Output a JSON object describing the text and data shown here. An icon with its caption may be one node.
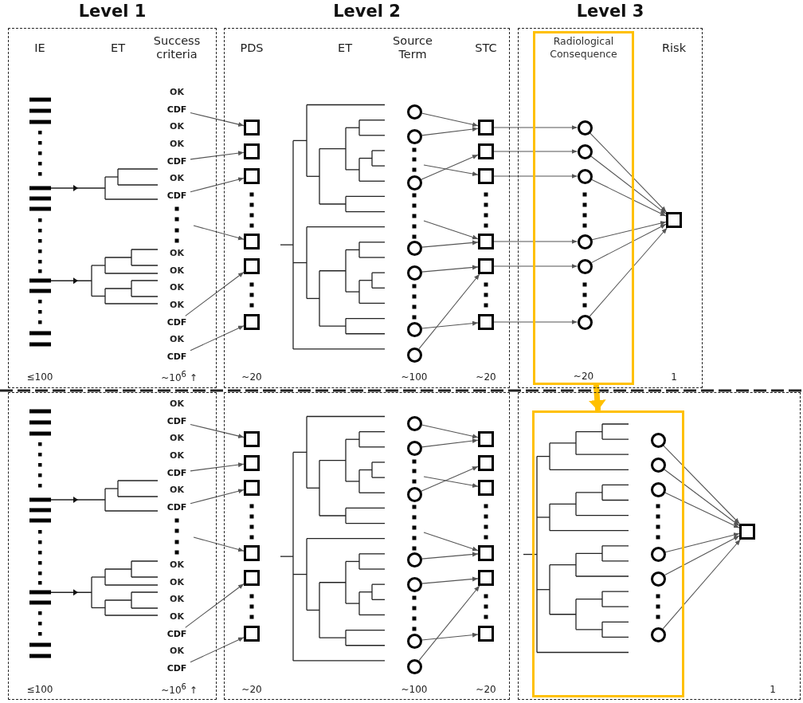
{
  "diagram": {
    "nodes": [
      {
        "text": [
          "Level 1"
        ]
      },
      {
        "text": [
          "CDF"
        ],
        "in": 0
      },
      {
        "text": [
          "CDF"
        ],
        "in": 0
      },
      {
        "text": [
          "CDF"
        ],
        "in": 0
      },
      {
        "text": [
          "CDF"
        ],
        "in": 0
      },
      {
        "text": [
          "CDF"
        ],
        "in": 0
      },
      {
        "text": [
          "Level 2"
        ]
      },
      {
        "text": [],
        "shape": "box",
        "in": 6
      },
      {
        "text": [],
        "shape": "box",
        "in": 6
      },
      {
        "text": [],
        "shape": "box",
        "in": 6
      },
      {
        "text": [],
        "shape": "box",
        "in": 6
      },
      {
        "text": [],
        "shape": "box",
        "in": 6
      },
      {
        "text": [],
        "shape": "box",
        "in": 6
      },
      {
        "text": [],
        "shape": "circle",
        "in": 6
      },
      {
        "text": [],
        "shape": "circle",
        "in": 6
      },
      {
        "text": [],
        "shape": "circle",
        "in": 6
      },
      {
        "text": [],
        "shape": "circle",
        "in": 6
      },
      {
        "text": [],
        "shape": "circle",
        "in": 6
      },
      {
        "text": [],
        "shape": "circle",
        "in": 6
      },
      {
        "text": [],
        "shape": "circle",
        "in": 6
      },
      {
        "text": [],
        "shape": "box",
        "in": 6
      },
      {
        "text": [],
        "shape": "box",
        "in": 6
      },
      {
        "text": [],
        "shape": "box",
        "in": 6
      },
      {
        "text": [],
        "shape": "box",
        "in": 6
      },
      {
        "text": [],
        "shape": "box",
        "in": 6
      },
      {
        "text": [],
        "shape": "box",
        "in": 6
      },
      {
        "text": [
          "Level 3"
        ]
      },
      {
        "text": [
          "Radiological Consequence",
          "~20"
        ],
        "in": 26
      },
      {
        "text": [],
        "shape": "circle",
        "in": 27
      },
      {
        "text": [],
        "shape": "circle",
        "in": 27
      },
      {
        "text": [],
        "shape": "circle",
        "in": 27
      },
      {
        "text": [],
        "shape": "circle",
        "in": 27
      },
      {
        "text": [],
        "shape": "circle",
        "in": 27
      },
      {
        "text": [],
        "shape": "circle",
        "in": 27
      },
      {
        "text": [],
        "shape": "box",
        "in": 26
      },
      {
        "text": [],
        "shape": "box"
      },
      {
        "text": [
          "CDF"
        ],
        "in": 35
      },
      {
        "text": [
          "CDF"
        ],
        "in": 35
      },
      {
        "text": [
          "CDF"
        ],
        "in": 35
      },
      {
        "text": [
          "CDF"
        ],
        "in": 35
      },
      {
        "text": [
          "CDF"
        ],
        "in": 35
      },
      {
        "text": [],
        "shape": "box"
      },
      {
        "text": [],
        "shape": "box",
        "in": 41
      },
      {
        "text": [],
        "shape": "box",
        "in": 41
      },
      {
        "text": [],
        "shape": "box",
        "in": 41
      },
      {
        "text": [],
        "shape": "box",
        "in": 41
      },
      {
        "text": [],
        "shape": "box",
        "in": 41
      },
      {
        "text": [],
        "shape": "box",
        "in": 41
      },
      {
        "text": [],
        "shape": "circle",
        "in": 41
      },
      {
        "text": [],
        "shape": "circle",
        "in": 41
      },
      {
        "text": [],
        "shape": "circle",
        "in": 41
      },
      {
        "text": [],
        "shape": "circle",
        "in": 41
      },
      {
        "text": [],
        "shape": "circle",
        "in": 41
      },
      {
        "text": [],
        "shape": "circle",
        "in": 41
      },
      {
        "text": [],
        "shape": "circle",
        "in": 41
      },
      {
        "text": [],
        "shape": "box",
        "in": 41
      },
      {
        "text": [],
        "shape": "box",
        "in": 41
      },
      {
        "text": [],
        "shape": "box",
        "in": 41
      },
      {
        "text": [],
        "shape": "box",
        "in": 41
      },
      {
        "text": [],
        "shape": "box",
        "in": 41
      },
      {
        "text": [],
        "shape": "box",
        "in": 41
      },
      {
        "text": [],
        "shape": "box"
      },
      {
        "text": [],
        "shape": "box",
        "in": 61
      },
      {
        "text": [],
        "shape": "circle",
        "in": 62
      },
      {
        "text": [],
        "shape": "circle",
        "in": 62
      },
      {
        "text": [],
        "shape": "circle",
        "in": 62
      },
      {
        "text": [],
        "shape": "circle",
        "in": 62
      },
      {
        "text": [],
        "shape": "circle",
        "in": 62
      },
      {
        "text": [],
        "shape": "circle",
        "in": 62
      },
      {
        "text": [],
        "shape": "box",
        "in": 61
      }
    ],
    "edges": [
      {
        "from": 1,
        "to": 7,
        "arrow": "to"
      },
      {
        "from": 2,
        "to": 8,
        "arrow": "to"
      },
      {
        "from": 3,
        "to": 9,
        "arrow": "to"
      },
      {
        "from": null,
        "to": 10,
        "arrow": "to"
      },
      {
        "from": 4,
        "to": 11,
        "arrow": "to"
      },
      {
        "from": 5,
        "to": 12,
        "arrow": "to"
      },
      {
        "from": 13,
        "to": 20,
        "arrow": "to"
      },
      {
        "from": 14,
        "to": 20,
        "arrow": "to"
      },
      {
        "from": 15,
        "to": 21,
        "arrow": "to"
      },
      {
        "from": null,
        "to": 22,
        "arrow": "to"
      },
      {
        "from": null,
        "to": 23,
        "arrow": "to"
      },
      {
        "from": 16,
        "to": 23,
        "arrow": "to"
      },
      {
        "from": 17,
        "to": 24,
        "arrow": "to"
      },
      {
        "from": 18,
        "to": 25,
        "arrow": "to"
      },
      {
        "from": 19,
        "to": 24,
        "arrow": "to"
      },
      {
        "from": 20,
        "to": 28,
        "arrow": "to"
      },
      {
        "from": 21,
        "to": 29,
        "arrow": "to"
      },
      {
        "from": 22,
        "to": 30,
        "arrow": "to"
      },
      {
        "from": 23,
        "to": 31,
        "arrow": "to"
      },
      {
        "from": 24,
        "to": 32,
        "arrow": "to"
      },
      {
        "from": 25,
        "to": 33,
        "arrow": "to"
      },
      {
        "from": 28,
        "to": 34,
        "arrow": "to"
      },
      {
        "from": 29,
        "to": 34,
        "arrow": "to"
      },
      {
        "from": 30,
        "to": 34,
        "arrow": "to"
      },
      {
        "from": 31,
        "to": 34,
        "arrow": "to"
      },
      {
        "from": 32,
        "to": 34,
        "arrow": "to"
      },
      {
        "from": 33,
        "to": 34,
        "arrow": "to"
      },
      {
        "from": 27,
        "to": 62,
        "arrow": "to",
        "style": "thick",
        "color": "#ffc000"
      },
      {
        "from": 36,
        "to": 42,
        "arrow": "to"
      },
      {
        "from": 37,
        "to": 43,
        "arrow": "to"
      },
      {
        "from": 38,
        "to": 44,
        "arrow": "to"
      },
      {
        "from": null,
        "to": 45,
        "arrow": "to"
      },
      {
        "from": 39,
        "to": 46,
        "arrow": "to"
      },
      {
        "from": 40,
        "to": 47,
        "arrow": "to"
      },
      {
        "from": 48,
        "to": 55,
        "arrow": "to"
      },
      {
        "from": 49,
        "to": 55,
        "arrow": "to"
      },
      {
        "from": 50,
        "to": 56,
        "arrow": "to"
      },
      {
        "from": null,
        "to": 57,
        "arrow": "to"
      },
      {
        "from": null,
        "to": 58,
        "arrow": "to"
      },
      {
        "from": 51,
        "to": 58,
        "arrow": "to"
      },
      {
        "from": 52,
        "to": 59,
        "arrow": "to"
      },
      {
        "from": 53,
        "to": 60,
        "arrow": "to"
      },
      {
        "from": 54,
        "to": 59,
        "arrow": "to"
      },
      {
        "from": 63,
        "to": 69,
        "arrow": "to"
      },
      {
        "from": 64,
        "to": 69,
        "arrow": "to"
      },
      {
        "from": 65,
        "to": 69,
        "arrow": "to"
      },
      {
        "from": 66,
        "to": 69,
        "arrow": "to"
      },
      {
        "from": 67,
        "to": 69,
        "arrow": "to"
      },
      {
        "from": 68,
        "to": 69,
        "arrow": "to"
      }
    ],
    "labels": [
      "IE",
      "ET",
      "Success criteria",
      "OK",
      "OK",
      "OK",
      "OK",
      "OK",
      "OK",
      "OK",
      "OK",
      "OK",
      "≤100",
      "~10$^{6}$ ↑",
      "PDS",
      "ET",
      "Source Term",
      "STC",
      "~20",
      "~100",
      "~20",
      "Risk",
      "1",
      "OK",
      "OK",
      "OK",
      "OK",
      "OK",
      "OK",
      "OK",
      "OK",
      "OK",
      "≤100",
      "~10$^{6}$ ↑",
      "~20",
      "~100",
      "~20",
      "1"
    ]
  }
}
